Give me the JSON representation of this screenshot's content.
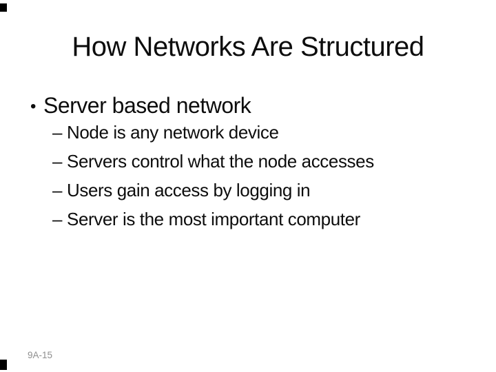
{
  "slide": {
    "title": "How Networks Are Structured",
    "bullet_glyph": "•",
    "sub_bullet_glyph": "–",
    "bullets": [
      {
        "label": "Server based network",
        "sub_items": [
          "Node is any network device",
          "Servers control what the node accesses",
          "Users gain access by logging in",
          "Server is the most important computer"
        ]
      }
    ],
    "footer": "9A-15",
    "colors": {
      "background": "#ffffff",
      "text": "#0d0d0d",
      "footer_text": "#8e8e8e",
      "edge_mark": "#000000"
    }
  }
}
